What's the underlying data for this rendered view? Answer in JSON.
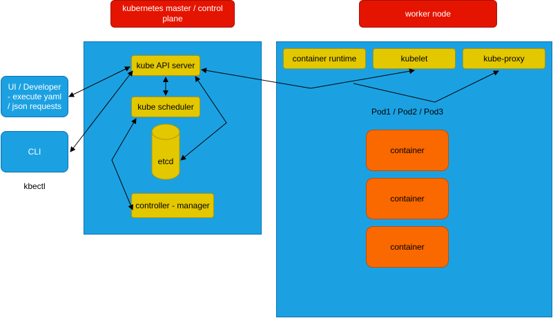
{
  "master": {
    "title": "kubernetes master  / control plane",
    "api_server": "kube API server",
    "scheduler": "kube scheduler",
    "etcd": "etcd",
    "controller_manager": "controller - manager"
  },
  "worker": {
    "title": "worker node",
    "container_runtime": "container runtime",
    "kubelet": "kubelet",
    "kube_proxy": "kube-proxy",
    "pods_label": "Pod1 / Pod2 / Pod3",
    "containers": [
      "container",
      "container",
      "container"
    ]
  },
  "clients": {
    "ui_developer": "UI / Developer - execute yaml / json requests",
    "cli": "CLI",
    "kbectl": "kbectl"
  },
  "colors": {
    "panel": "#1ba1e2",
    "title_red": "#e51400",
    "component_yellow": "#e3c800",
    "container_orange": "#fa6800"
  }
}
